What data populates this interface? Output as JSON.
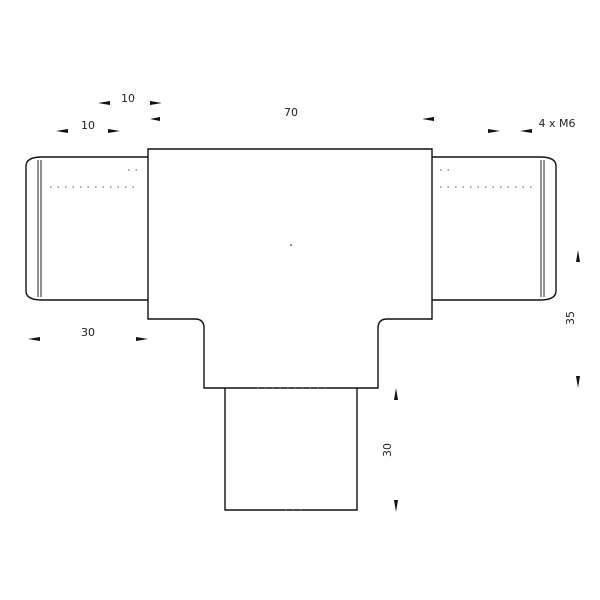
{
  "diagram": {
    "dimensions": {
      "collar_width_top": "10",
      "collar_width_left": "10",
      "overall_body_width": "70",
      "screw_spec": "4 x M6",
      "side_sleeve_length": "30",
      "body_height": "35",
      "bottom_sleeve_length": "30"
    }
  }
}
